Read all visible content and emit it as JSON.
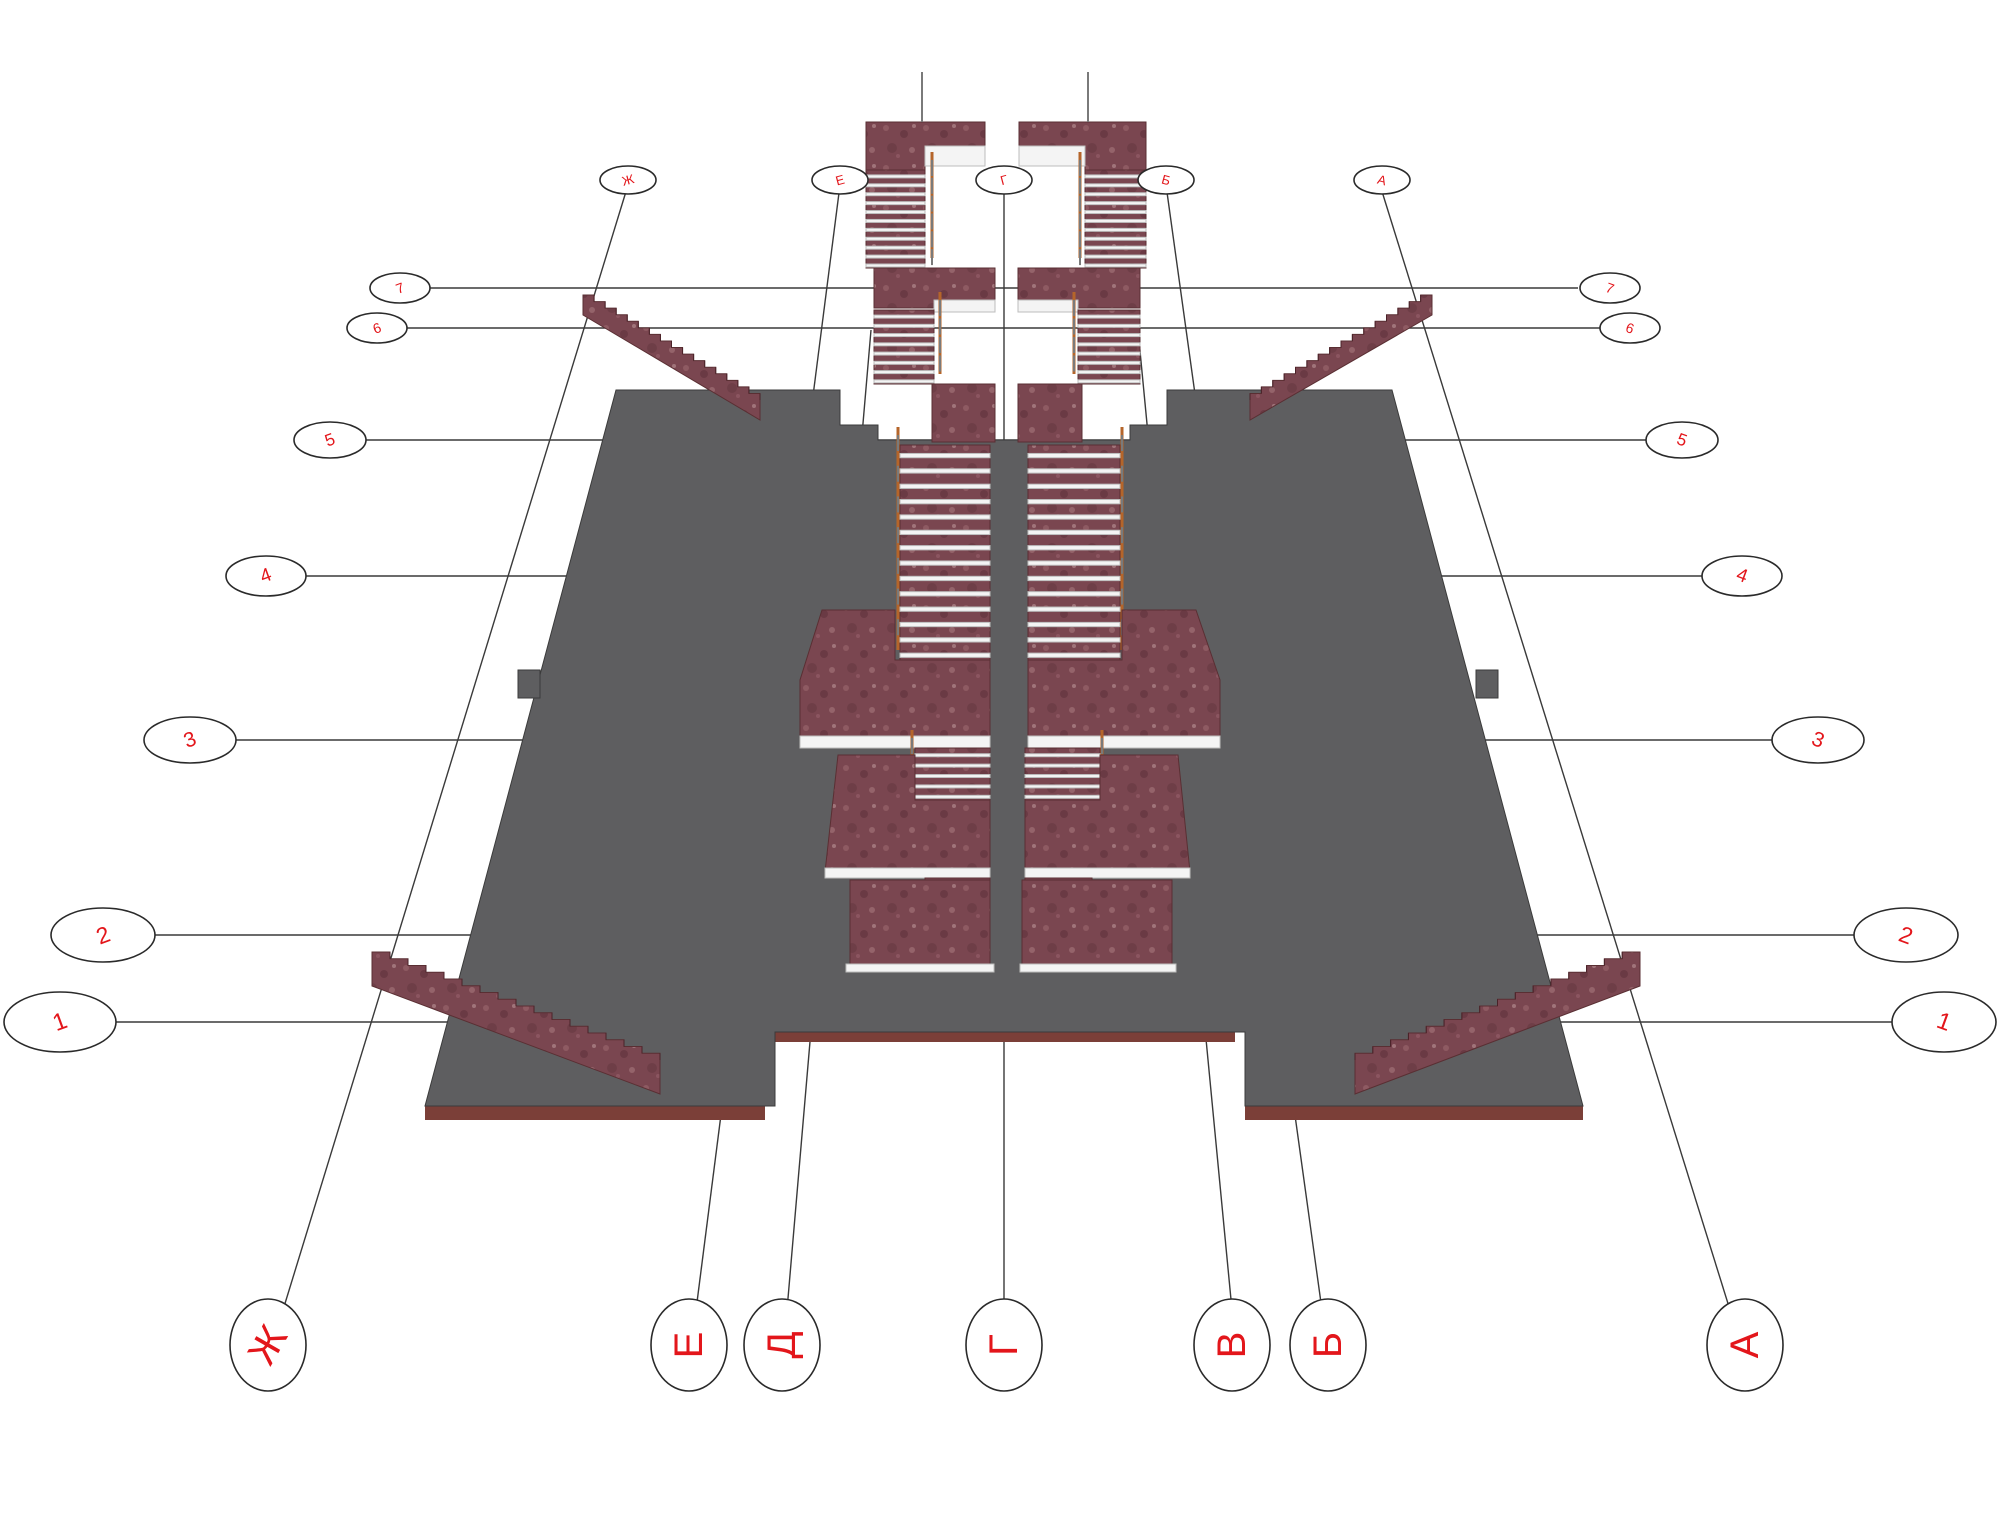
{
  "axes": {
    "letters_top": [
      "Ж",
      "Е",
      "Г",
      "Б",
      "А"
    ],
    "letters_bottom": [
      "Ж",
      "Е",
      "Д",
      "Г",
      "В",
      "Б",
      "А"
    ],
    "numbers": [
      "1",
      "2",
      "3",
      "4",
      "5",
      "6",
      "7"
    ]
  },
  "colors": {
    "label_red": "#e3161b",
    "slab_grey": "#5e5e60",
    "granite": "#7a4650",
    "nosing_white": "#f4f4f4",
    "handrail": "#b5652a"
  }
}
